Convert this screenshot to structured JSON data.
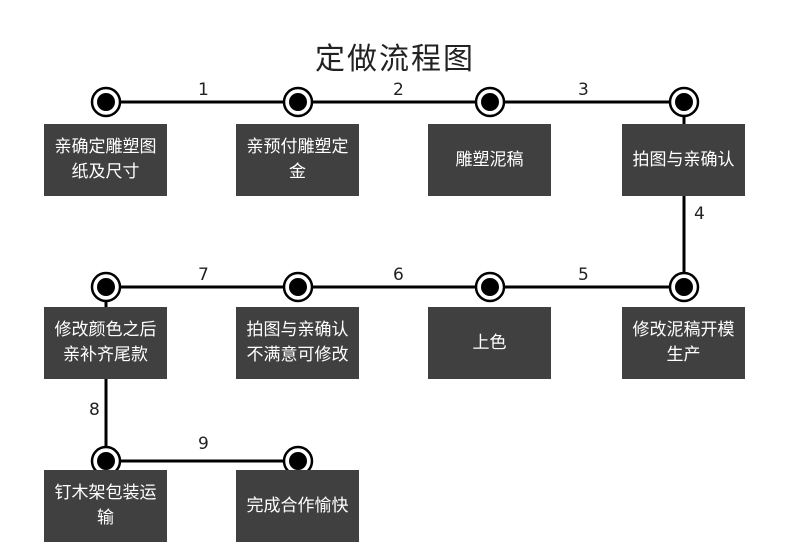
{
  "diagram": {
    "title": "定做流程图",
    "steps": [
      {
        "id": "s1",
        "label": "亲确定雕塑图纸及尺寸"
      },
      {
        "id": "s2",
        "label": "亲预付雕塑定金"
      },
      {
        "id": "s3",
        "label": "雕塑泥稿"
      },
      {
        "id": "s4",
        "label": "拍图与亲确认"
      },
      {
        "id": "s5",
        "label": "修改泥稿开模生产"
      },
      {
        "id": "s6",
        "label": "上色"
      },
      {
        "id": "s7",
        "label": "拍图与亲确认不满意可修改"
      },
      {
        "id": "s8",
        "label": "修改颜色之后亲补齐尾款"
      },
      {
        "id": "s9",
        "label": "钉木架包装运输"
      },
      {
        "id": "s10",
        "label": "完成合作愉快"
      }
    ],
    "connections": [
      {
        "from": "s1",
        "to": "s2",
        "label": "1"
      },
      {
        "from": "s2",
        "to": "s3",
        "label": "2"
      },
      {
        "from": "s3",
        "to": "s4",
        "label": "3"
      },
      {
        "from": "s4",
        "to": "s5",
        "label": "4"
      },
      {
        "from": "s5",
        "to": "s6",
        "label": "5"
      },
      {
        "from": "s6",
        "to": "s7",
        "label": "6"
      },
      {
        "from": "s7",
        "to": "s8",
        "label": "7"
      },
      {
        "from": "s8",
        "to": "s9",
        "label": "8"
      },
      {
        "from": "s9",
        "to": "s10",
        "label": "9"
      }
    ],
    "colors": {
      "box": "#404040",
      "box_text": "#ffffff",
      "line": "#000000"
    }
  }
}
